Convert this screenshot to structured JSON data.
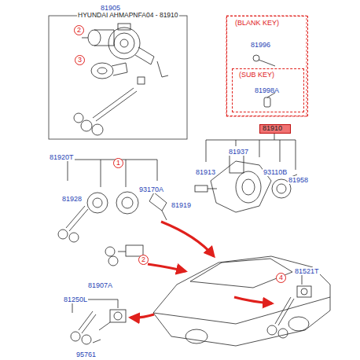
{
  "diagram": {
    "title": "HYUNDAI AHMAPNFA04 - 81910",
    "nodes": [
      {
        "text": [
          "81905"
        ]
      },
      {
        "text": [
          "2"
        ],
        "in": 0
      },
      {
        "text": [
          "3"
        ],
        "in": 0
      },
      {
        "text": [
          "(BLANK KEY)",
          "81996"
        ]
      },
      {
        "text": [
          "(SUB KEY)",
          "81998A"
        ],
        "in": 3
      },
      {
        "text": [
          "81910"
        ]
      },
      {
        "text": [
          "1"
        ]
      },
      {
        "text": [
          "2"
        ]
      },
      {
        "text": [
          "4"
        ]
      }
    ],
    "labels": [
      "81937",
      "81913",
      "93110B",
      "81958",
      "81919",
      "81920T",
      "81928",
      "93170A",
      "81907A",
      "81521T",
      "81250L",
      "95761"
    ]
  }
}
